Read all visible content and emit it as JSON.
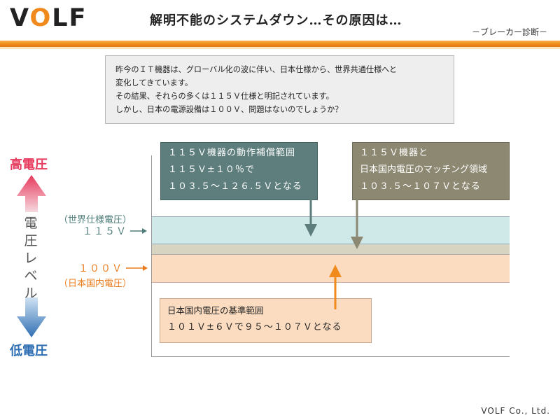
{
  "header": {
    "logo": {
      "before": "V",
      "o": "O",
      "after": "LF"
    },
    "title": "解明不能のシステムダウン…その原因は…",
    "subtitle": "－ブレーカー診断－"
  },
  "intro": {
    "lines": [
      "昨今のＩＴ機器は、グローバル化の波に伴い、日本仕様から、世界共通仕様へと",
      "変化してきています。",
      "その結果、それらの多くは１１５Ｖ仕様と明記されています。",
      "しかし、日本の電源設備は１００Ｖ、問題はないのでしょうか？"
    ]
  },
  "scale": {
    "high": "高電圧",
    "low": "低電圧",
    "level_chars": [
      "電",
      "圧",
      "レ",
      "ベ",
      "ル"
    ]
  },
  "labels": {
    "world_name": "（世界仕様電圧）",
    "world_value": "１１５Ｖ",
    "japan_value": "１００Ｖ",
    "japan_name": "（日本国内電圧）"
  },
  "boxes": {
    "v115": {
      "lines": [
        "１１５Ｖ機器の動作補償範囲",
        "１１５Ｖ±１０％で",
        "１０３.５～１２６.５Ｖとなる"
      ]
    },
    "matching": {
      "lines": [
        "１１５Ｖ機器と",
        "日本国内電圧のマッチング領域",
        "１０３.５～１０７Ｖとなる"
      ]
    },
    "japan": {
      "lines": [
        "日本国内電圧の基準範囲",
        "１０１Ｖ±６Ｖで９５～１０７Ｖとなる"
      ]
    }
  },
  "colors": {
    "orange": "#f08a1c",
    "teal": "#5d7e7c",
    "khaki": "#8d8872",
    "band_115": "#cfe9e9",
    "band_overlap": "#d8d4c2",
    "band_100": "#fbdcc0",
    "high_red": "#e63a5c",
    "low_blue": "#2f6fb3"
  },
  "footer": "VOLF Co., Ltd."
}
